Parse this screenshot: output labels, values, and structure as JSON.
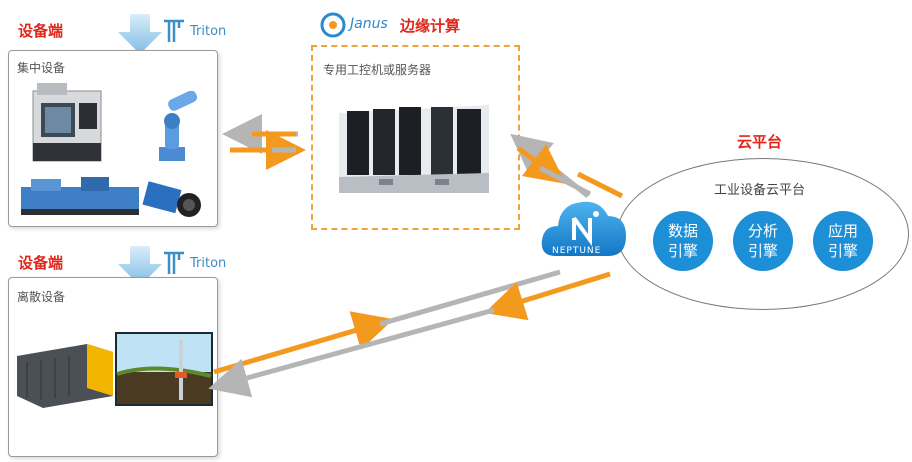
{
  "device_top": {
    "title": "设备端",
    "panel_label": "集中设备",
    "brand": "Triton"
  },
  "device_bottom": {
    "title": "设备端",
    "panel_label": "离散设备",
    "brand": "Triton"
  },
  "edge": {
    "brand": "Janus",
    "title": "边缘计算",
    "panel_label": "专用工控机或服务器"
  },
  "cloud": {
    "title": "云平台",
    "platform_label": "工业设备云平台",
    "engines": [
      {
        "line1": "数据",
        "line2": "引擎"
      },
      {
        "line1": "分析",
        "line2": "引擎"
      },
      {
        "line1": "应用",
        "line2": "引擎"
      }
    ]
  },
  "neptune": {
    "label": "NEPTUNE"
  },
  "colors": {
    "accent_red": "#e1261c",
    "orange": "#f39a1e",
    "gray_arrow": "#b5b5b5",
    "blue": "#1d8fd6"
  }
}
